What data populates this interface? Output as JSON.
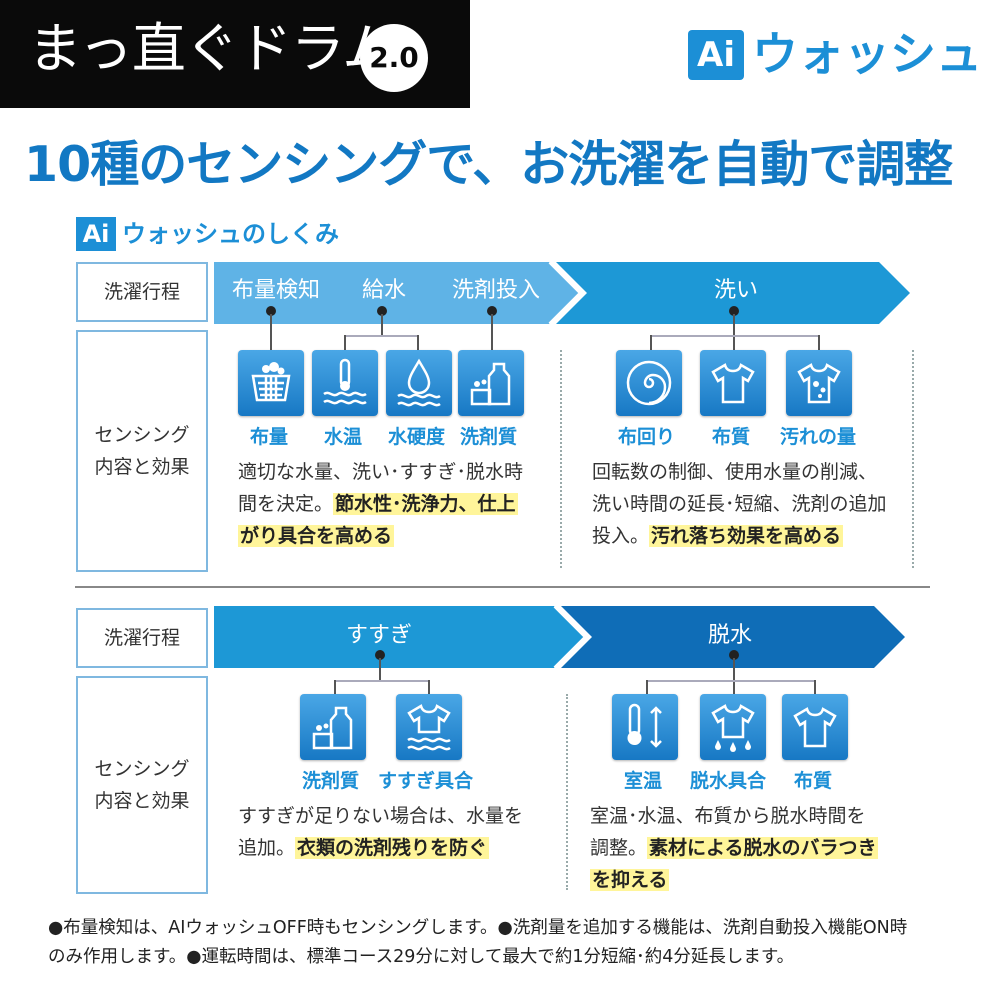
{
  "header": {
    "product_title": "まっ直ぐドラム",
    "version": "2.0",
    "ai_badge": "Ai",
    "ai_name": "ウォッシュ"
  },
  "headline": "10種のセンシングで、お洗濯を自動で調整",
  "mechanism": {
    "badge": "Ai",
    "title": "ウォッシュのしくみ"
  },
  "section1": {
    "process_label": "洗濯行程",
    "effect_label_line1": "センシング",
    "effect_label_line2": "内容と効果",
    "arrow1_steps": [
      "布量検知",
      "給水",
      "洗剤投入"
    ],
    "arrow2_step": "洗い",
    "left_icons": [
      {
        "icon": "laundry-basket-icon",
        "label": "布量"
      },
      {
        "icon": "thermometer-water-icon",
        "label": "水温"
      },
      {
        "icon": "water-drop-icon",
        "label": "水硬度"
      },
      {
        "icon": "detergent-bottle-icon",
        "label": "洗剤質"
      }
    ],
    "right_icons": [
      {
        "icon": "spiral-icon",
        "label": "布回り"
      },
      {
        "icon": "shirt-icon",
        "label": "布質"
      },
      {
        "icon": "stained-shirt-icon",
        "label": "汚れの量"
      }
    ],
    "left_desc_plain": "適切な水量、洗い･すすぎ･脱水時間を決定。",
    "left_desc_highlight_a": "節水性･洗浄力、仕上",
    "left_desc_highlight_b": "がり具合を高める",
    "left_desc_line1": "適切な水量、洗い･すすぎ･脱水時",
    "left_desc_line2_plain": "間を決定。",
    "right_desc_line1": "回転数の制御、使用水量の削減、",
    "right_desc_line2": "洗い時間の延長･短縮、洗剤の追加",
    "right_desc_line3_plain": "投入。",
    "right_desc_highlight": "汚れ落ち効果を高める"
  },
  "section2": {
    "process_label": "洗濯行程",
    "effect_label_line1": "センシング",
    "effect_label_line2": "内容と効果",
    "arrow1_step": "すすぎ",
    "arrow2_step": "脱水",
    "left_icons": [
      {
        "icon": "detergent-bottle-icon",
        "label": "洗剤質"
      },
      {
        "icon": "rinse-shirt-icon",
        "label": "すすぎ具合"
      }
    ],
    "right_icons": [
      {
        "icon": "room-thermometer-icon",
        "label": "室温"
      },
      {
        "icon": "dripping-shirt-icon",
        "label": "脱水具合"
      },
      {
        "icon": "shirt-icon",
        "label": "布質"
      }
    ],
    "left_desc_line1": "すすぎが足りない場合は、水量を",
    "left_desc_line2_plain": "追加。",
    "left_desc_highlight": "衣類の洗剤残りを防ぐ",
    "right_desc_line1": "室温･水温、布質から脱水時間を",
    "right_desc_line2_plain": "調整。",
    "right_desc_highlight_a": "素材による脱水のバラつき",
    "right_desc_highlight_b": "を抑える"
  },
  "footnote": {
    "line1": "●布量検知は、AIウォッシュOFF時もセンシングします。●洗剤量を追加する機能は、洗剤自動投入機能ON時",
    "line2": "のみ作用します。●運転時間は、標準コース29分に対して最大で約1分短縮･約4分延長します。"
  },
  "colors": {
    "brand_blue": "#1c8fd6",
    "headline_blue": "#1278c3",
    "arrow_light": "#5fb3e6",
    "arrow_mid": "#1d98d6",
    "arrow_dark": "#0f6db7",
    "highlight_yellow": "#fff59a"
  }
}
